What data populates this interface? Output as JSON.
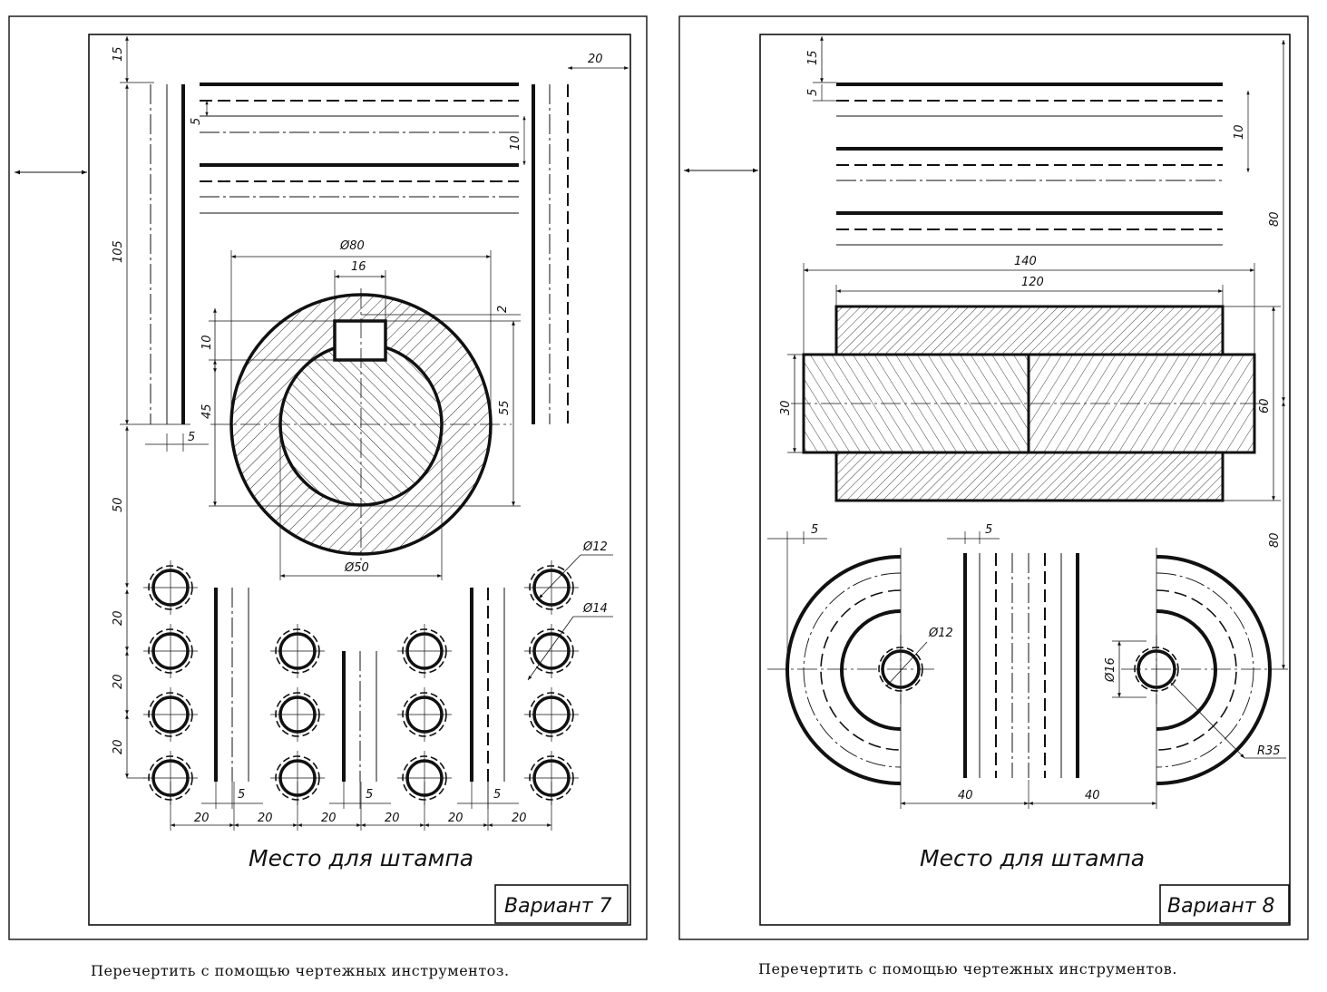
{
  "sheets": {
    "v7": {
      "variant": "Вариант 7",
      "stamp": "Место для штампа",
      "caption": "Перечертить с помощью чертежных инструментоз.",
      "dims": {
        "d15": "15",
        "d20top": "20",
        "d5": "5",
        "d10": "10",
        "d105": "105",
        "dia80": "Ø80",
        "d16": "16",
        "d2": "2",
        "d10b": "10",
        "d45": "45",
        "d55": "55",
        "d5b": "5",
        "d50": "50",
        "dia50": "Ø50",
        "dia12": "Ø12",
        "dia14": "Ø14",
        "r20a": "20",
        "r20b": "20",
        "r20c": "20",
        "s5a": "5",
        "s5b": "5",
        "s5c": "5",
        "b20a": "20",
        "b20b": "20",
        "b20c": "20",
        "b20d": "20",
        "b20e": "20",
        "b20f": "20"
      }
    },
    "v8": {
      "variant": "Вариант 8",
      "stamp": "Место для штампа",
      "caption": "Перечертить с помощью чертежных инструментов.",
      "dims": {
        "d15": "15",
        "d5": "5",
        "d10": "10",
        "d80a": "80",
        "d140": "140",
        "d120": "120",
        "d30": "30",
        "d60": "60",
        "d80b": "80",
        "d5a": "5",
        "d5b": "5",
        "dia12": "Ø12",
        "dia16": "Ø16",
        "r35": "R35",
        "d40a": "40",
        "d40b": "40"
      }
    }
  }
}
